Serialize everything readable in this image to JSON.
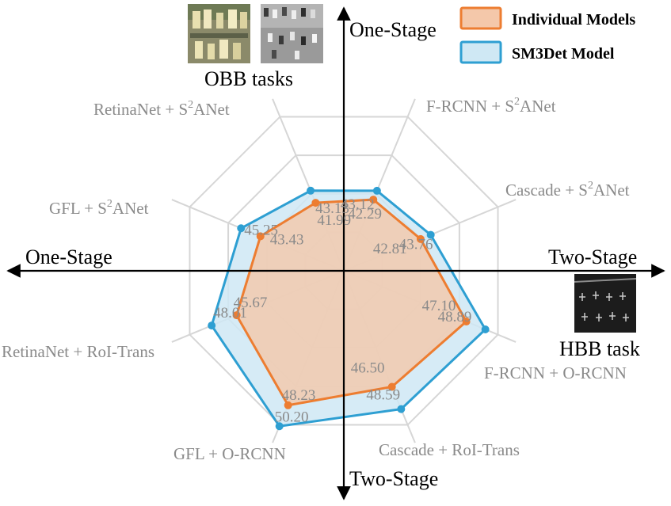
{
  "colors": {
    "individual_line": "#ed7d31",
    "individual_fill": "#f4c8aa",
    "sm3det_line": "#2e9fd2",
    "sm3det_fill": "#cfe8f4",
    "grid": "#d6d6d6",
    "label": "#8a8a8a"
  },
  "axes": {
    "top": "One-Stage",
    "bottom": "Two-Stage",
    "left": "One-Stage",
    "right": "Two-Stage"
  },
  "corner_labels": {
    "obb": "OBB tasks",
    "hbb": "HBB task"
  },
  "legend": {
    "individual": "Individual Models",
    "sm3det": "SM3Det Model"
  },
  "chart_data": {
    "type": "radar",
    "categories": [
      "F-RCNN + S²ANet",
      "Cascade + S²ANet",
      "F-RCNN + O-RCNN",
      "Cascade + RoI-Trans",
      "GFL + O-RCNN",
      "RetinaNet + RoI-Trans",
      "GFL + S²ANet",
      "RetinaNet + S²ANet"
    ],
    "category_parts": [
      {
        "base": "F-RCNN + S",
        "sup": "2",
        "tail": "ANet"
      },
      {
        "base": "Cascade + S",
        "sup": "2",
        "tail": "ANet"
      },
      {
        "base": "F-RCNN + O-RCNN",
        "sup": "",
        "tail": ""
      },
      {
        "base": "Cascade + RoI-Trans",
        "sup": "",
        "tail": ""
      },
      {
        "base": "GFL + O-RCNN",
        "sup": "",
        "tail": ""
      },
      {
        "base": "RetinaNet + RoI-Trans",
        "sup": "",
        "tail": ""
      },
      {
        "base": "GFL + S",
        "sup": "2",
        "tail": "ANet"
      },
      {
        "base": "RetinaNet + S",
        "sup": "2",
        "tail": "ANet"
      }
    ],
    "series": [
      {
        "name": "Individual Models",
        "values": [
          42.29,
          42.81,
          47.1,
          46.5,
          48.23,
          45.67,
          43.43,
          41.99
        ]
      },
      {
        "name": "SM3Det Model",
        "values": [
          43.12,
          43.76,
          48.89,
          48.59,
          50.2,
          48.01,
          45.25,
          43.13
        ]
      }
    ],
    "value_labels": {
      "individual": [
        "42.29",
        "42.81",
        "47.10",
        "46.50",
        "48.23",
        "45.67",
        "43.43",
        "41.99"
      ],
      "sm3det": [
        "43.12",
        "43.76",
        "48.89",
        "48.59",
        "50.20",
        "48.01",
        "45.25",
        "43.13"
      ]
    },
    "grid": true,
    "grid_rings": 4,
    "legend_position": "top-right"
  }
}
